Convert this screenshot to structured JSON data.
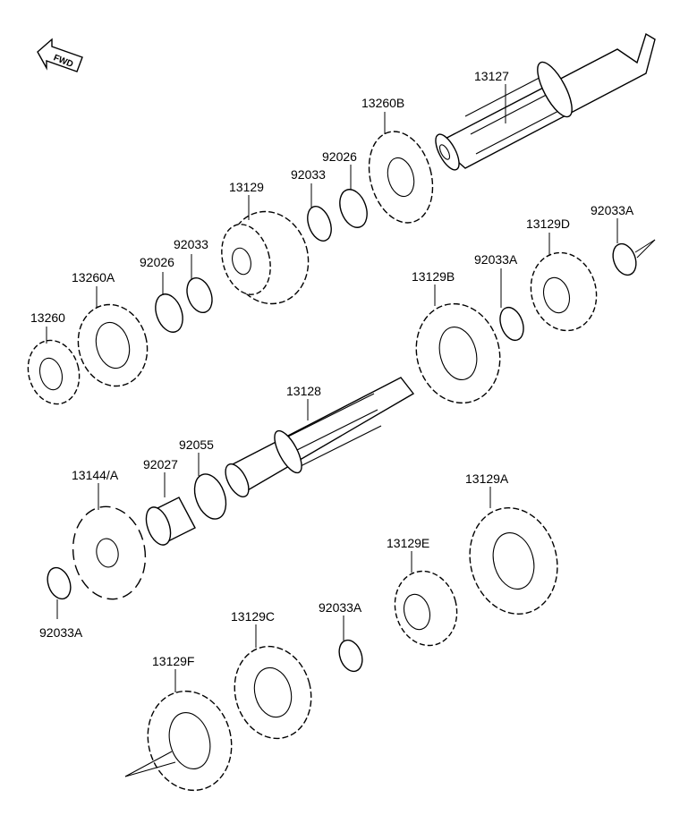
{
  "direction_badge": "FWD",
  "labels": {
    "p13127": "13127",
    "p13260B": "13260B",
    "p92026_top": "92026",
    "p92033_top": "92033",
    "p13129": "13129",
    "p92033_mid": "92033",
    "p92026_mid": "92026",
    "p13260A": "13260A",
    "p13260": "13260",
    "p13129D": "13129D",
    "p92033A_r1": "92033A",
    "p92033A_r2": "92033A",
    "p13129B": "13129B",
    "p13128": "13128",
    "p92055": "92055",
    "p92027": "92027",
    "p13144A": "13144/A",
    "p13129A": "13129A",
    "p13129E": "13129E",
    "p92033A_lower": "92033A",
    "p13129C": "13129C",
    "p13129F": "13129F",
    "p92033A_left": "92033A"
  }
}
